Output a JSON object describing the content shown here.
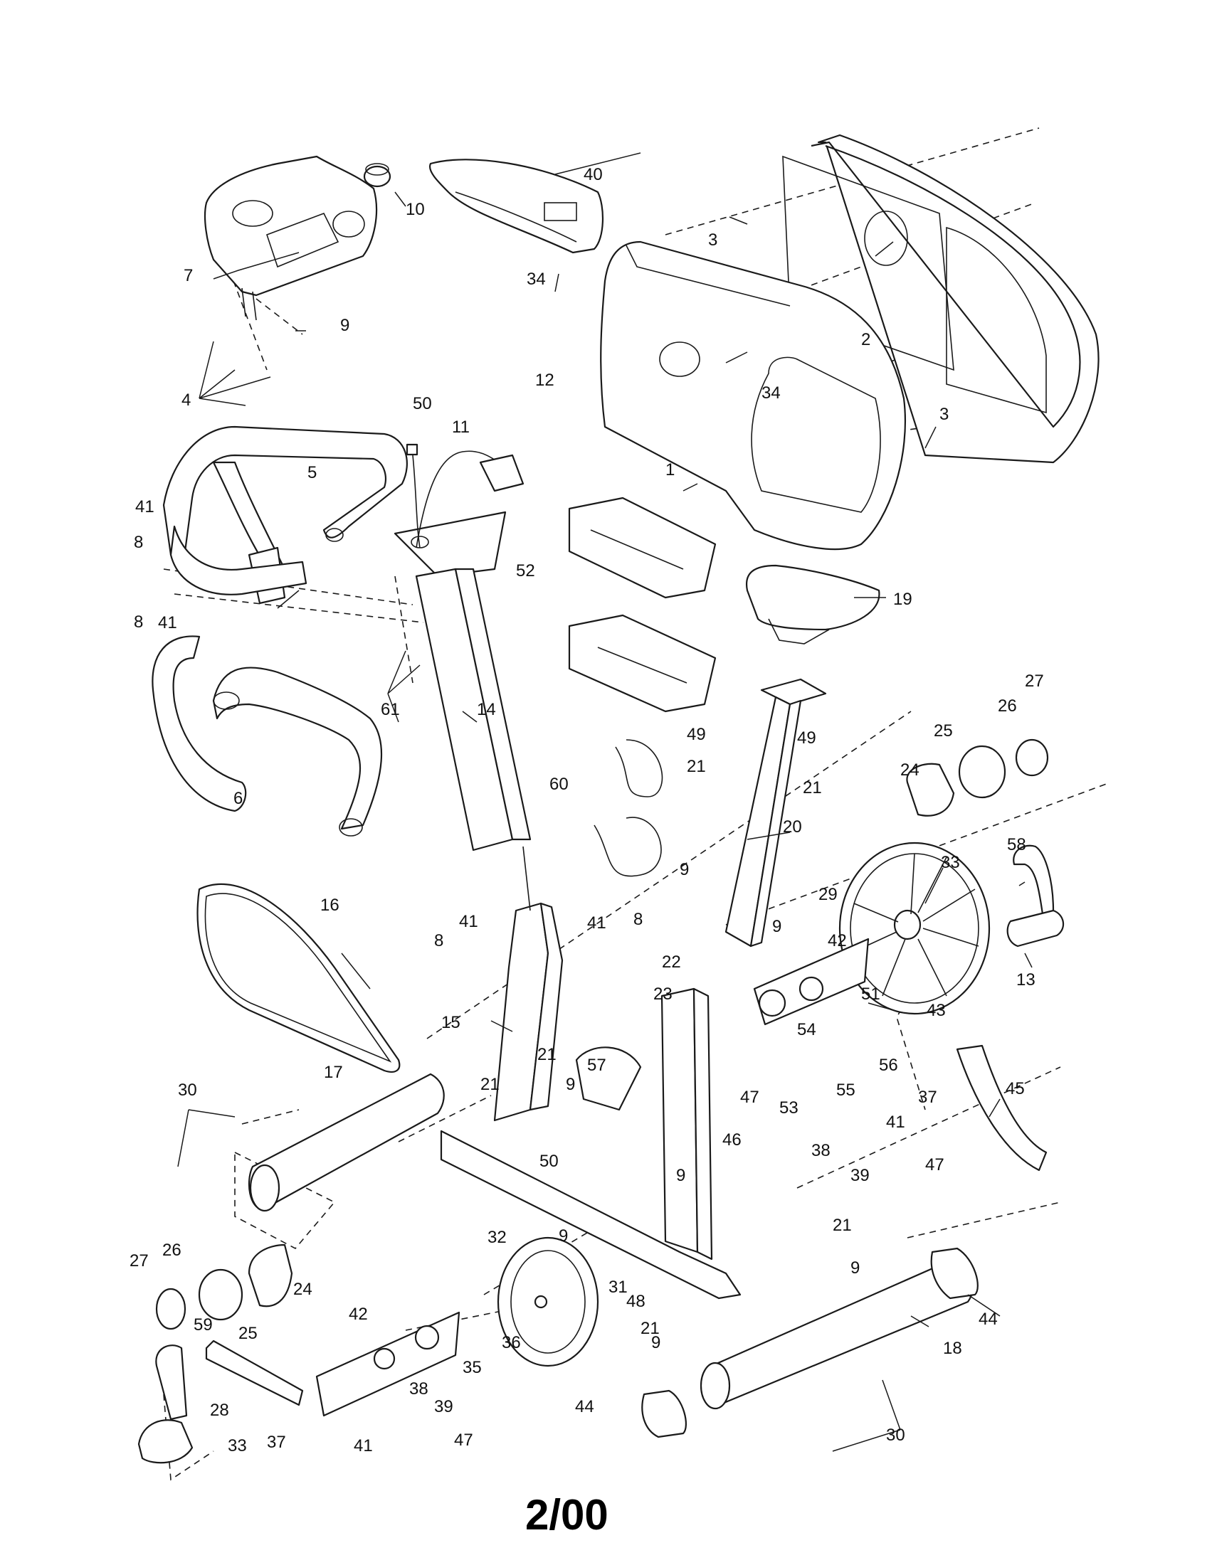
{
  "footer": {
    "date": "2/00"
  },
  "callouts": [
    {
      "id": "c1",
      "label": "1"
    },
    {
      "id": "c2",
      "label": "2"
    },
    {
      "id": "c3a",
      "label": "3"
    },
    {
      "id": "c3b",
      "label": "3"
    },
    {
      "id": "c4",
      "label": "4"
    },
    {
      "id": "c5",
      "label": "5"
    },
    {
      "id": "c6",
      "label": "6"
    },
    {
      "id": "c7",
      "label": "7"
    },
    {
      "id": "c8a",
      "label": "8"
    },
    {
      "id": "c8b",
      "label": "8"
    },
    {
      "id": "c8c",
      "label": "8"
    },
    {
      "id": "c8d",
      "label": "8"
    },
    {
      "id": "c9a",
      "label": "9"
    },
    {
      "id": "c9b",
      "label": "9"
    },
    {
      "id": "c9c",
      "label": "9"
    },
    {
      "id": "c9d",
      "label": "9"
    },
    {
      "id": "c9e",
      "label": "9"
    },
    {
      "id": "c9f",
      "label": "9"
    },
    {
      "id": "c9g",
      "label": "9"
    },
    {
      "id": "c9h",
      "label": "9"
    },
    {
      "id": "c10",
      "label": "10"
    },
    {
      "id": "c11",
      "label": "11"
    },
    {
      "id": "c12",
      "label": "12"
    },
    {
      "id": "c13",
      "label": "13"
    },
    {
      "id": "c14",
      "label": "14"
    },
    {
      "id": "c15",
      "label": "15"
    },
    {
      "id": "c16",
      "label": "16"
    },
    {
      "id": "c17",
      "label": "17"
    },
    {
      "id": "c18",
      "label": "18"
    },
    {
      "id": "c19",
      "label": "19"
    },
    {
      "id": "c20",
      "label": "20"
    },
    {
      "id": "c21a",
      "label": "21"
    },
    {
      "id": "c21b",
      "label": "21"
    },
    {
      "id": "c21c",
      "label": "21"
    },
    {
      "id": "c21d",
      "label": "21"
    },
    {
      "id": "c21e",
      "label": "21"
    },
    {
      "id": "c21f",
      "label": "21"
    },
    {
      "id": "c22",
      "label": "22"
    },
    {
      "id": "c23",
      "label": "23"
    },
    {
      "id": "c24a",
      "label": "24"
    },
    {
      "id": "c24b",
      "label": "24"
    },
    {
      "id": "c25a",
      "label": "25"
    },
    {
      "id": "c25b",
      "label": "25"
    },
    {
      "id": "c26a",
      "label": "26"
    },
    {
      "id": "c26b",
      "label": "26"
    },
    {
      "id": "c27a",
      "label": "27"
    },
    {
      "id": "c27b",
      "label": "27"
    },
    {
      "id": "c28",
      "label": "28"
    },
    {
      "id": "c29",
      "label": "29"
    },
    {
      "id": "c30a",
      "label": "30"
    },
    {
      "id": "c30b",
      "label": "30"
    },
    {
      "id": "c31",
      "label": "31"
    },
    {
      "id": "c32",
      "label": "32"
    },
    {
      "id": "c33a",
      "label": "33"
    },
    {
      "id": "c33b",
      "label": "33"
    },
    {
      "id": "c34a",
      "label": "34"
    },
    {
      "id": "c34b",
      "label": "34"
    },
    {
      "id": "c35",
      "label": "35"
    },
    {
      "id": "c36",
      "label": "36"
    },
    {
      "id": "c37a",
      "label": "37"
    },
    {
      "id": "c37b",
      "label": "37"
    },
    {
      "id": "c38a",
      "label": "38"
    },
    {
      "id": "c38b",
      "label": "38"
    },
    {
      "id": "c39a",
      "label": "39"
    },
    {
      "id": "c39b",
      "label": "39"
    },
    {
      "id": "c40",
      "label": "40"
    },
    {
      "id": "c41a",
      "label": "41"
    },
    {
      "id": "c41b",
      "label": "41"
    },
    {
      "id": "c41c",
      "label": "41"
    },
    {
      "id": "c41d",
      "label": "41"
    },
    {
      "id": "c41e",
      "label": "41"
    },
    {
      "id": "c41f",
      "label": "41"
    },
    {
      "id": "c42a",
      "label": "42"
    },
    {
      "id": "c42b",
      "label": "42"
    },
    {
      "id": "c43",
      "label": "43"
    },
    {
      "id": "c44a",
      "label": "44"
    },
    {
      "id": "c44b",
      "label": "44"
    },
    {
      "id": "c45",
      "label": "45"
    },
    {
      "id": "c46",
      "label": "46"
    },
    {
      "id": "c47a",
      "label": "47"
    },
    {
      "id": "c47b",
      "label": "47"
    },
    {
      "id": "c47c",
      "label": "47"
    },
    {
      "id": "c48",
      "label": "48"
    },
    {
      "id": "c49a",
      "label": "49"
    },
    {
      "id": "c49b",
      "label": "49"
    },
    {
      "id": "c50a",
      "label": "50"
    },
    {
      "id": "c50b",
      "label": "50"
    },
    {
      "id": "c51",
      "label": "51"
    },
    {
      "id": "c52",
      "label": "52"
    },
    {
      "id": "c53",
      "label": "53"
    },
    {
      "id": "c54",
      "label": "54"
    },
    {
      "id": "c55",
      "label": "55"
    },
    {
      "id": "c56",
      "label": "56"
    },
    {
      "id": "c57",
      "label": "57"
    },
    {
      "id": "c58",
      "label": "58"
    },
    {
      "id": "c59",
      "label": "59"
    },
    {
      "id": "c60",
      "label": "60"
    },
    {
      "id": "c61",
      "label": "61"
    }
  ]
}
